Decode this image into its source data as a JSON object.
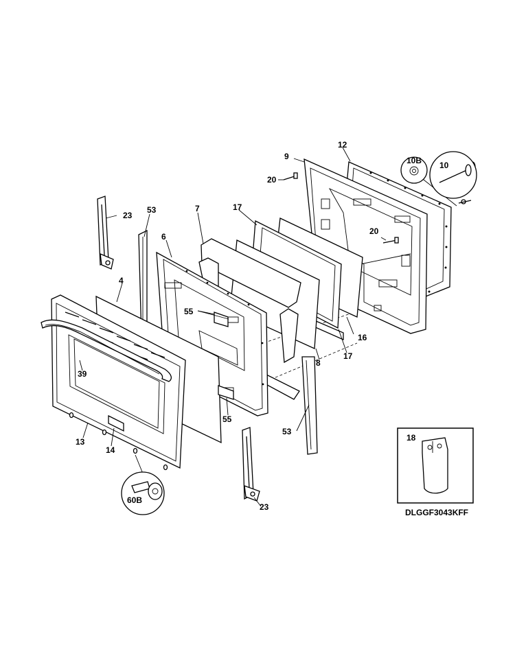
{
  "diagram": {
    "model": "DLGGF3043KFF",
    "callouts": [
      {
        "id": "c12",
        "text": "12"
      },
      {
        "id": "c9",
        "text": "9"
      },
      {
        "id": "c10b",
        "text": "10B"
      },
      {
        "id": "c10",
        "text": "10"
      },
      {
        "id": "c20a",
        "text": "20"
      },
      {
        "id": "c20b",
        "text": "20"
      },
      {
        "id": "c23a",
        "text": "23"
      },
      {
        "id": "c53a",
        "text": "53"
      },
      {
        "id": "c7",
        "text": "7"
      },
      {
        "id": "c17a",
        "text": "17"
      },
      {
        "id": "c6",
        "text": "6"
      },
      {
        "id": "c4",
        "text": "4"
      },
      {
        "id": "c55a",
        "text": "55"
      },
      {
        "id": "c16",
        "text": "16"
      },
      {
        "id": "c8",
        "text": "8"
      },
      {
        "id": "c17b",
        "text": "17"
      },
      {
        "id": "c39",
        "text": "39"
      },
      {
        "id": "c55b",
        "text": "55"
      },
      {
        "id": "c53b",
        "text": "53"
      },
      {
        "id": "c13",
        "text": "13"
      },
      {
        "id": "c14",
        "text": "14"
      },
      {
        "id": "c18",
        "text": "18"
      },
      {
        "id": "c60b",
        "text": "60B"
      },
      {
        "id": "c23b",
        "text": "23"
      }
    ]
  }
}
